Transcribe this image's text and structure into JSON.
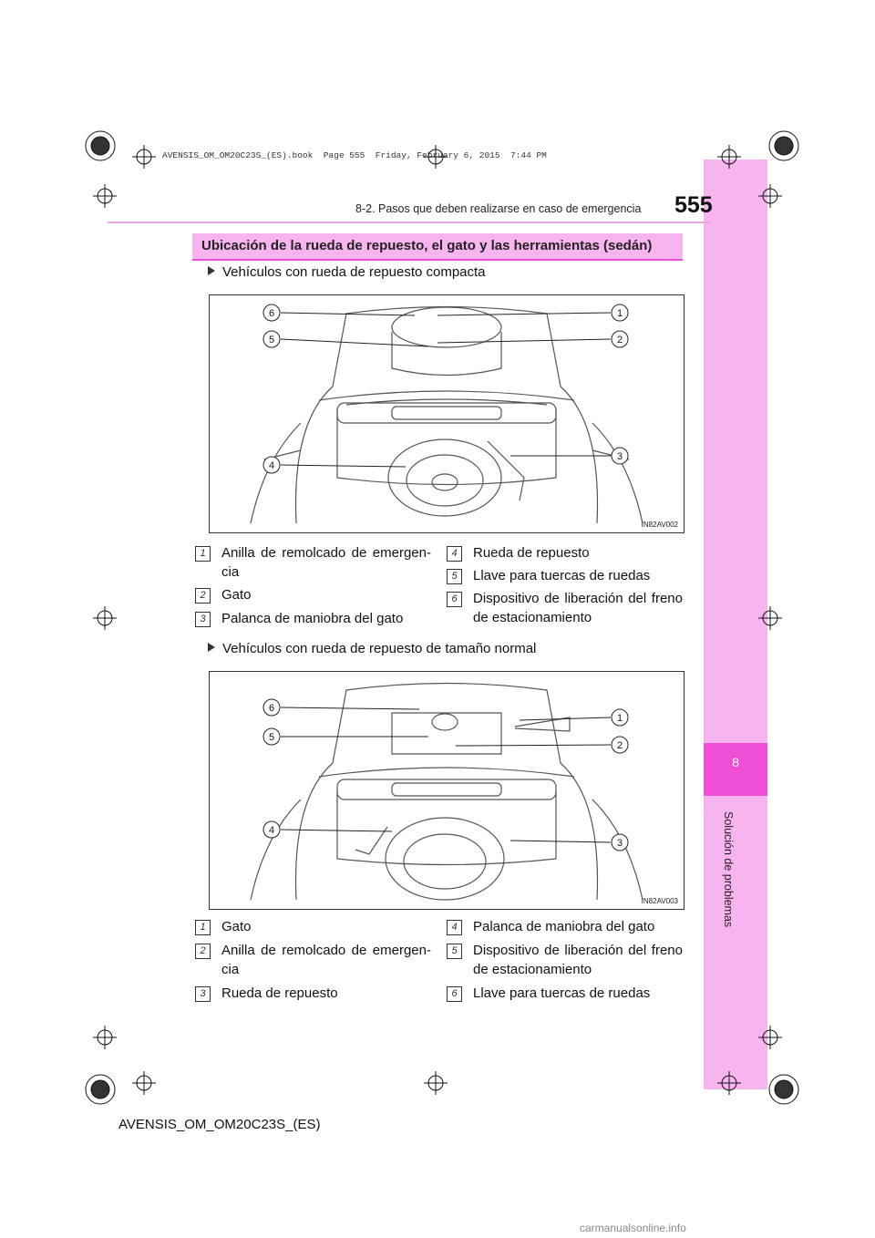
{
  "book_line": "AVENSIS_OM_OM20C23S_(ES).book  Page 555  Friday, February 6, 2015  7:44 PM",
  "header": {
    "section": "8-2. Pasos que deben realizarse en caso de emergencia",
    "page_number": "555"
  },
  "side_tab": {
    "chapter_number": "8",
    "chapter_title": "Solución de problemas"
  },
  "title": "Ubicación de la rueda de repuesto, el gato y las herramientas (sedán)",
  "sections": [
    {
      "subtitle": "Vehículos con rueda de repuesto compacta",
      "figure_code": "IN82AV002",
      "callouts": [
        "1",
        "2",
        "3",
        "4",
        "5",
        "6"
      ],
      "items": [
        {
          "num": "1",
          "text": "Anilla de remolcado de emergen-cia"
        },
        {
          "num": "2",
          "text": "Gato"
        },
        {
          "num": "3",
          "text": "Palanca de maniobra del gato"
        },
        {
          "num": "4",
          "text": "Rueda de repuesto"
        },
        {
          "num": "5",
          "text": "Llave para tuercas de ruedas"
        },
        {
          "num": "6",
          "text": "Dispositivo de liberación del freno de estacionamiento"
        }
      ]
    },
    {
      "subtitle": "Vehículos con rueda de repuesto de tamaño normal",
      "figure_code": "IN82AV003",
      "callouts": [
        "1",
        "2",
        "3",
        "4",
        "5",
        "6"
      ],
      "items": [
        {
          "num": "1",
          "text": "Gato"
        },
        {
          "num": "2",
          "text": "Anilla de remolcado de emergen-cia"
        },
        {
          "num": "3",
          "text": "Rueda de repuesto"
        },
        {
          "num": "4",
          "text": "Palanca de maniobra del gato"
        },
        {
          "num": "5",
          "text": "Dispositivo de liberación del freno de estacionamiento"
        },
        {
          "num": "6",
          "text": "Llave para tuercas de ruedas"
        }
      ]
    }
  ],
  "footer": "AVENSIS_OM_OM20C23S_(ES)",
  "watermark": "carmanualsonline.info"
}
